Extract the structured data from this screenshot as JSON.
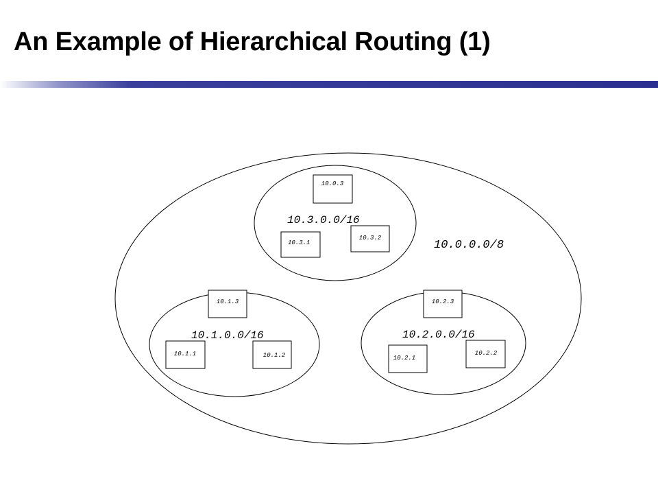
{
  "title": "An Example of Hierarchical Routing (1)",
  "colors": {
    "rule": "#2b2f8f",
    "stroke": "#000000"
  },
  "diagram": {
    "outer_label": "10.0.0.0/8",
    "subnets": [
      {
        "id": "top",
        "label": "10.3.0.0/16",
        "routers": [
          "10.0.3",
          "10.3.1",
          "10.3.2"
        ]
      },
      {
        "id": "left",
        "label": "10.1.0.0/16",
        "routers": [
          "10.1.3",
          "10.1.1",
          "10.1.2"
        ]
      },
      {
        "id": "right",
        "label": "10.2.0.0/16",
        "routers": [
          "10.2.3",
          "10.2.1",
          "10.2.2"
        ]
      }
    ]
  }
}
